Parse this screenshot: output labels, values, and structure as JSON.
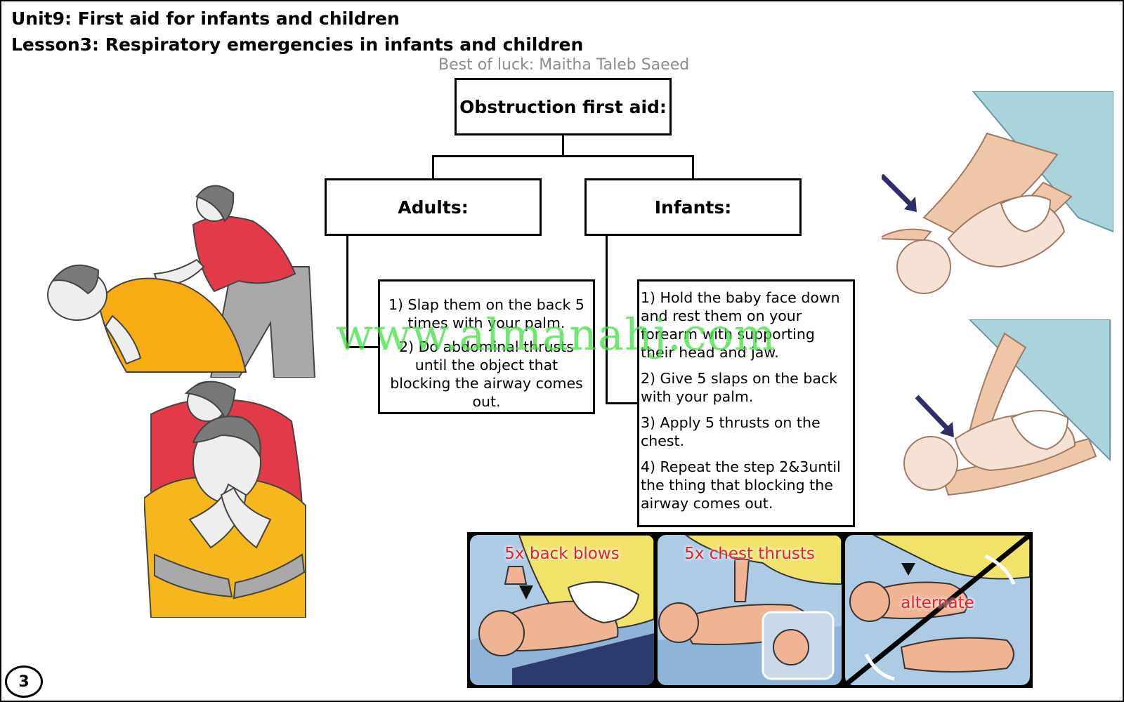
{
  "header": {
    "unit_title": "Unit9: First aid for infants and children",
    "lesson_title": "Lesson3: Respiratory emergencies in infants and children",
    "credit": "Best of luck: Maitha Taleb Saeed"
  },
  "diagram": {
    "root": "Obstruction first aid:",
    "adults": {
      "heading": "Adults:",
      "steps": [
        "1) Slap them on the back 5 times with your palm.",
        "2) Do abdominal thrusts until the object that blocking the airway comes out."
      ]
    },
    "infants": {
      "heading": "Infants:",
      "steps": [
        "1) Hold the baby face down and rest them on your forearm with supporting their head and jaw.",
        "2) Give 5 slaps on the back with your palm.",
        "3) Apply 5 thrusts on the chest.",
        "4) Repeat the step 2&3until the thing that blocking the airway comes out."
      ]
    }
  },
  "watermark": "www.almanahj.com",
  "panels": {
    "back_blows": "5x back blows",
    "chest_thrusts": "5x chest thrusts",
    "alternate": "alternate"
  },
  "page_number": "3",
  "colors": {
    "red_shirt": "#e23a48",
    "yellow_shirt": "#f6ac12",
    "skin": "#eeb89a",
    "panel_blue": "#aecbe6",
    "label_red": "#e8202a",
    "watermark_green": "#46e146"
  }
}
